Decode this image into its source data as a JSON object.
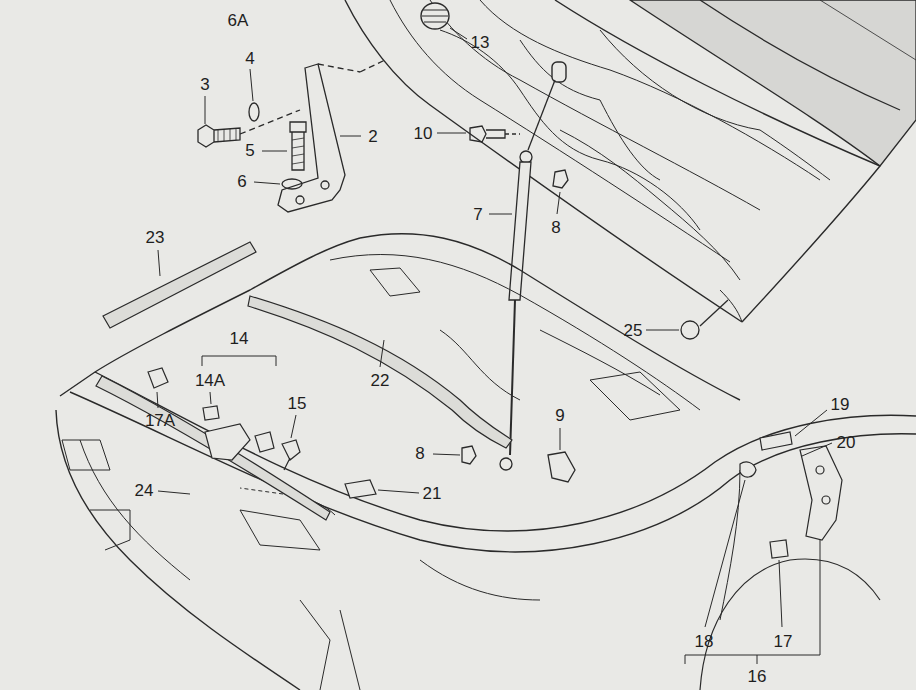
{
  "diagram": {
    "labels": [
      "6A",
      "13",
      "3",
      "4",
      "2",
      "10",
      "5",
      "6",
      "7",
      "8",
      "23",
      "25",
      "14",
      "22",
      "14A",
      "17A",
      "19",
      "15",
      "9",
      "20",
      "8",
      "24",
      "21",
      "18",
      "17",
      "16"
    ]
  }
}
